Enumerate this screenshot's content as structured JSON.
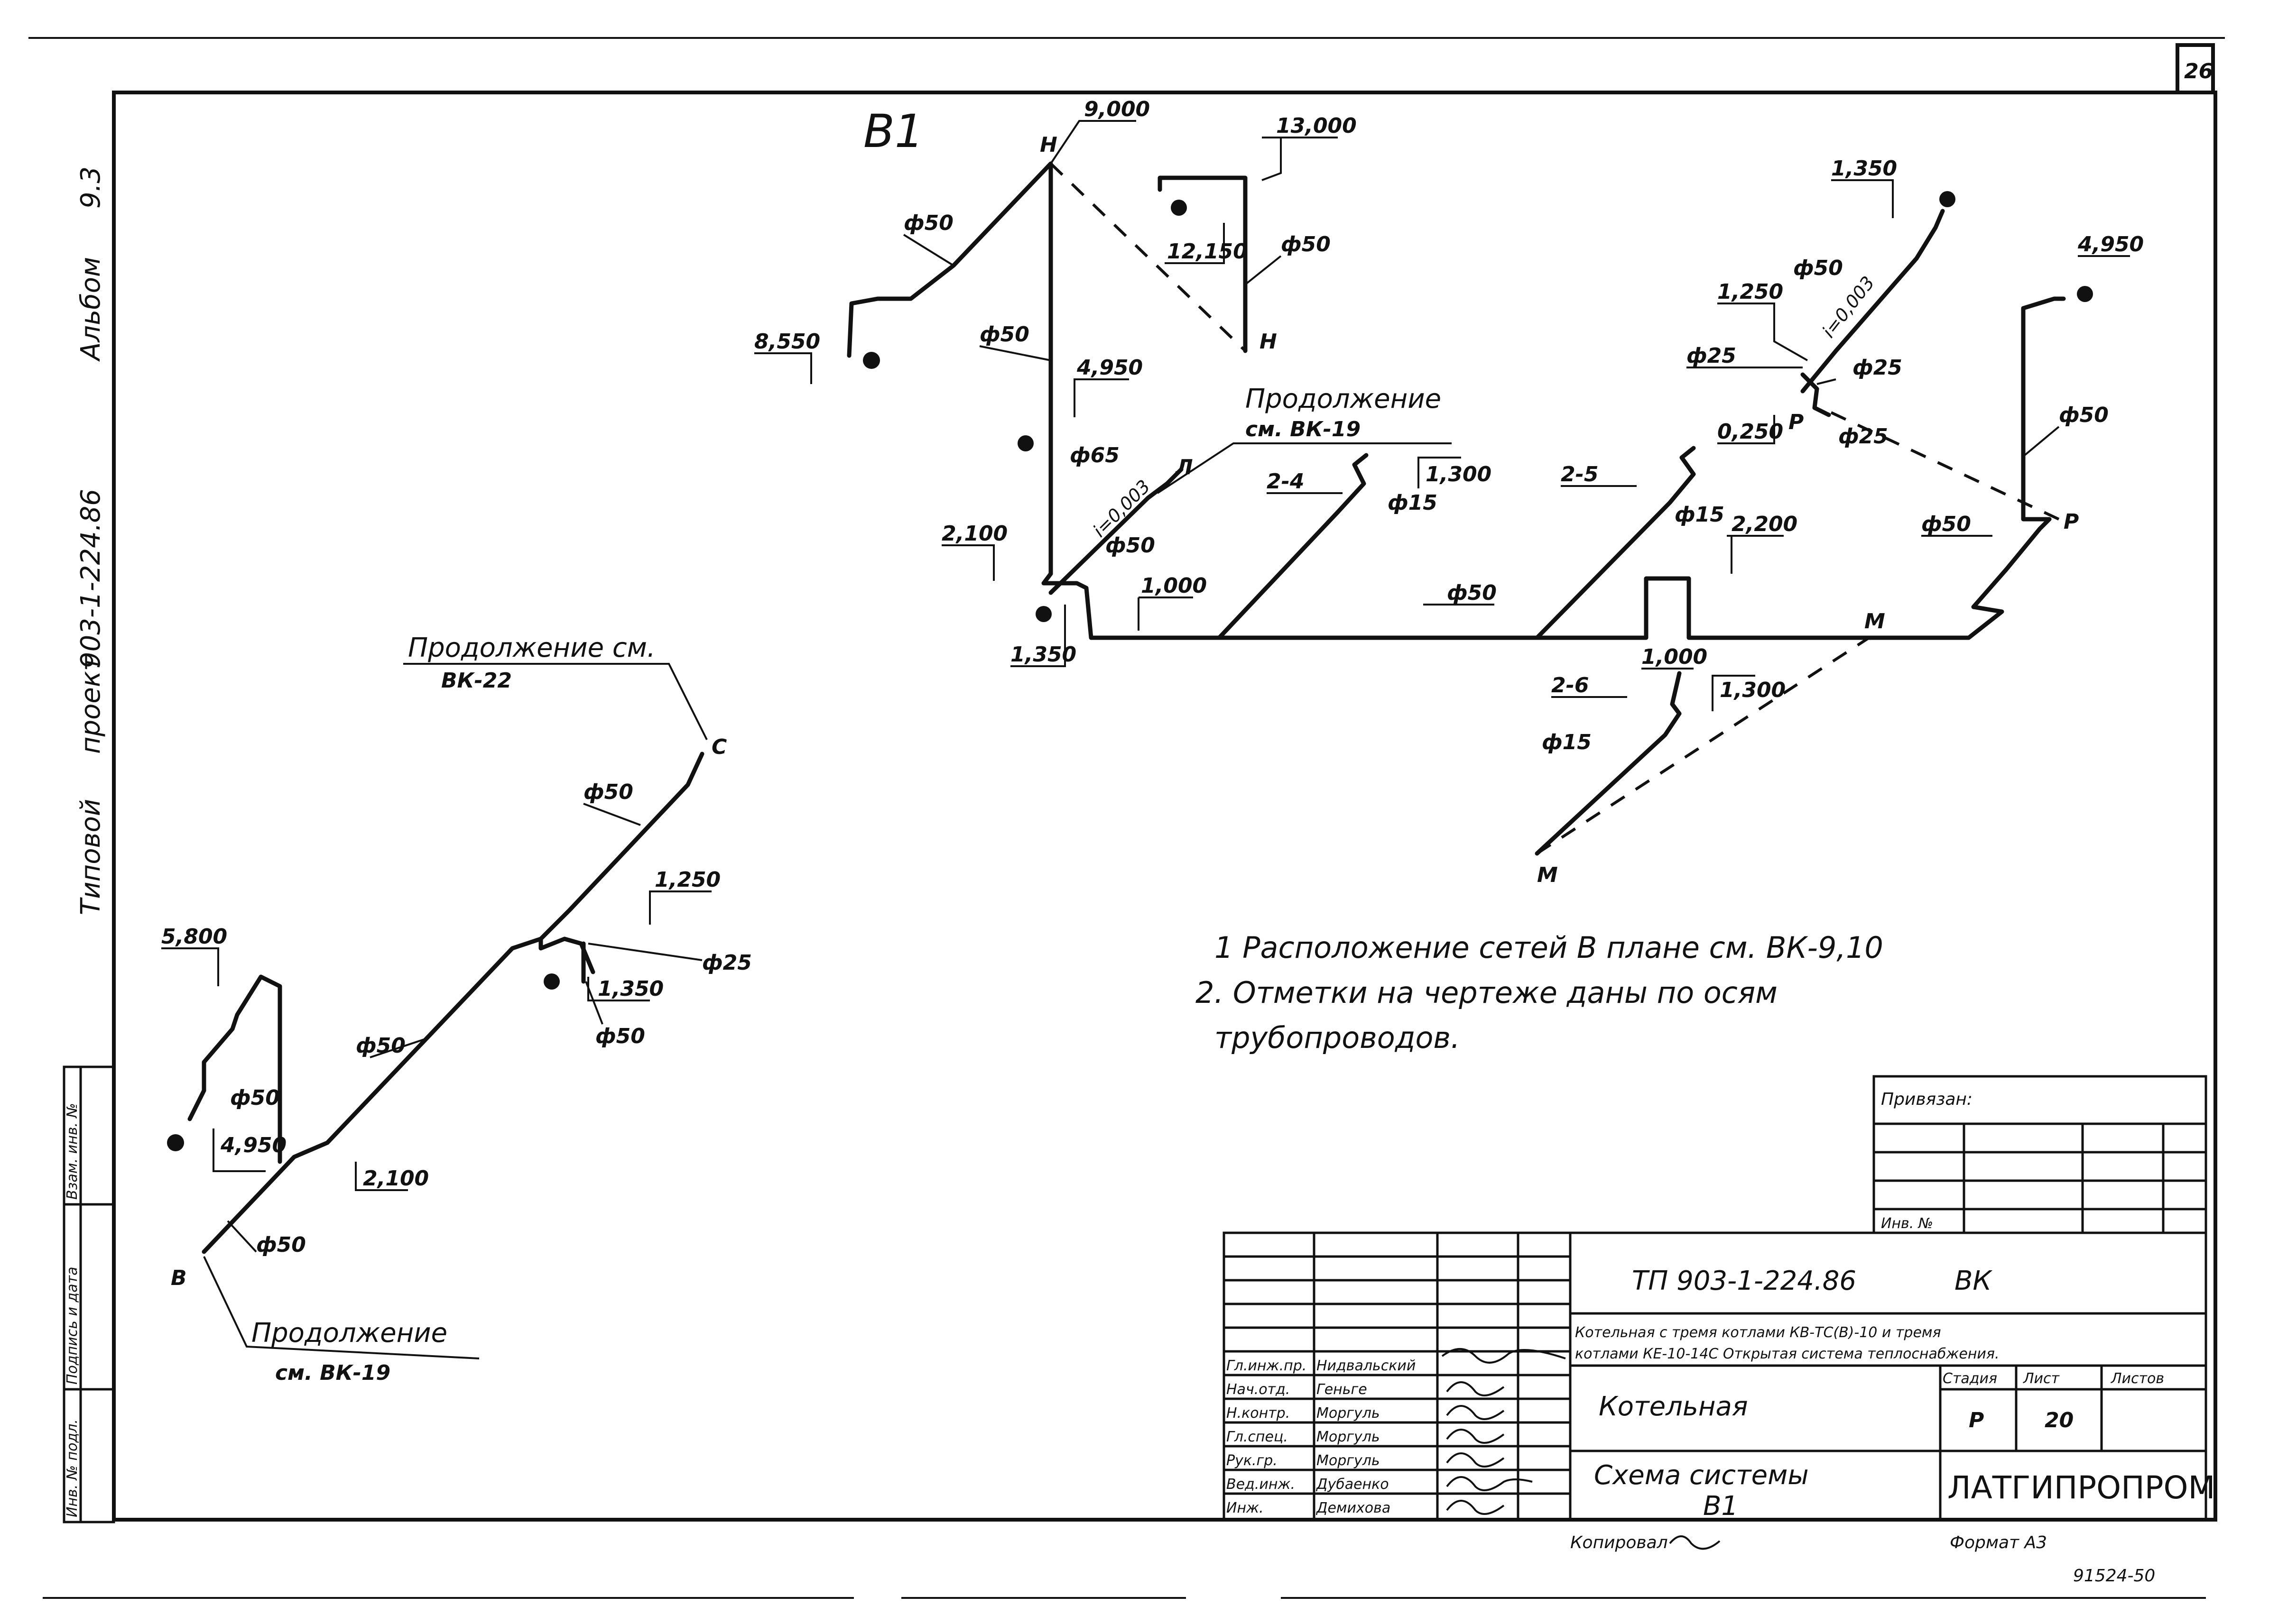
{
  "sheet_number": "26",
  "left_side_text": [
    "Типовой",
    "проект",
    "903-1-224.86",
    "Альбом",
    "9.3"
  ],
  "left_margin_labels": [
    "Инв. № подл.",
    "Подпись и дата",
    "Взам. инв. №"
  ],
  "scheme_title": "В1",
  "elevations": {
    "e9000": "9,000",
    "e13000": "13,000",
    "e12150": "12,150",
    "e8550": "8,550",
    "e4950a": "4,950",
    "e2100a": "2,100",
    "e1350a": "1,350",
    "e1000a": "1,000",
    "e1300a": "1,300",
    "e2200": "2,200",
    "e1000b": "1,000",
    "e1300b": "1,300",
    "e1350b": "1,350",
    "e1250a": "1,250",
    "e0250": "0,250",
    "e4950b": "4,950",
    "e5800": "5,800",
    "e4950c": "4,950",
    "e2100b": "2,100",
    "e1250b": "1,250",
    "e1350c": "1,350"
  },
  "diameters": {
    "d50": "ф50",
    "d65": "ф65",
    "d15": "ф15",
    "d25": "ф25",
    "slope_a": "i=0,003",
    "slope_b": "i=0,003"
  },
  "points": {
    "n": "Н",
    "l": "Л",
    "r": "Р",
    "m": "М",
    "v": "В",
    "s": "С"
  },
  "branches": {
    "b24": "2-4",
    "b25": "2-5",
    "b26": "2-6"
  },
  "continuation": {
    "c19_line1": "Продолжение",
    "c19_line2": "см. ВК-19",
    "c22_line1": "Продолжение см.",
    "c22_line2": "ВК-22",
    "cb_line1": "Продолжение",
    "cb_line2": "см. ВК-19"
  },
  "notes": {
    "n1": "1  Расположение      сетей      В  плане   см. ВК-9,10",
    "n2": "2.  Отметки     на  чертеже    даны   по   осям",
    "n2b": "трубопроводов."
  },
  "title_block": {
    "privyazan": "Привязан:",
    "inv_no": "Инв. №",
    "code": "ТП 903-1-224.86",
    "mark": "ВК",
    "desc1": "Котельная  с тремя  котлами  КВ-ТС(В)-10  и тремя",
    "desc2": "котлами  КЕ-10-14С  Открытая  система  теплоснабжения.",
    "object": "Котельная",
    "stage_label": "Стадия",
    "sheet_label": "Лист",
    "sheets_label": "Листов",
    "stage_value": "Р",
    "sheet_value": "20",
    "drawing_name1": "Схема      системы",
    "drawing_name2": "В1",
    "org": "ЛАТГИПРОПРОМ",
    "staff": [
      {
        "role": "Гл.инж.пр.",
        "name": "Нидвальский"
      },
      {
        "role": "Нач.отд.",
        "name": "Геньге"
      },
      {
        "role": "Н.контр.",
        "name": "Моргуль"
      },
      {
        "role": "Гл.спец.",
        "name": "Моргуль"
      },
      {
        "role": "Рук.гр.",
        "name": "Моргуль"
      },
      {
        "role": "Вед.инж.",
        "name": "Дубаенко"
      },
      {
        "role": "Инж.",
        "name": "Демихова"
      }
    ],
    "copied": "Копировал",
    "format": "Формат А3",
    "bottom_code": "91524-50"
  }
}
